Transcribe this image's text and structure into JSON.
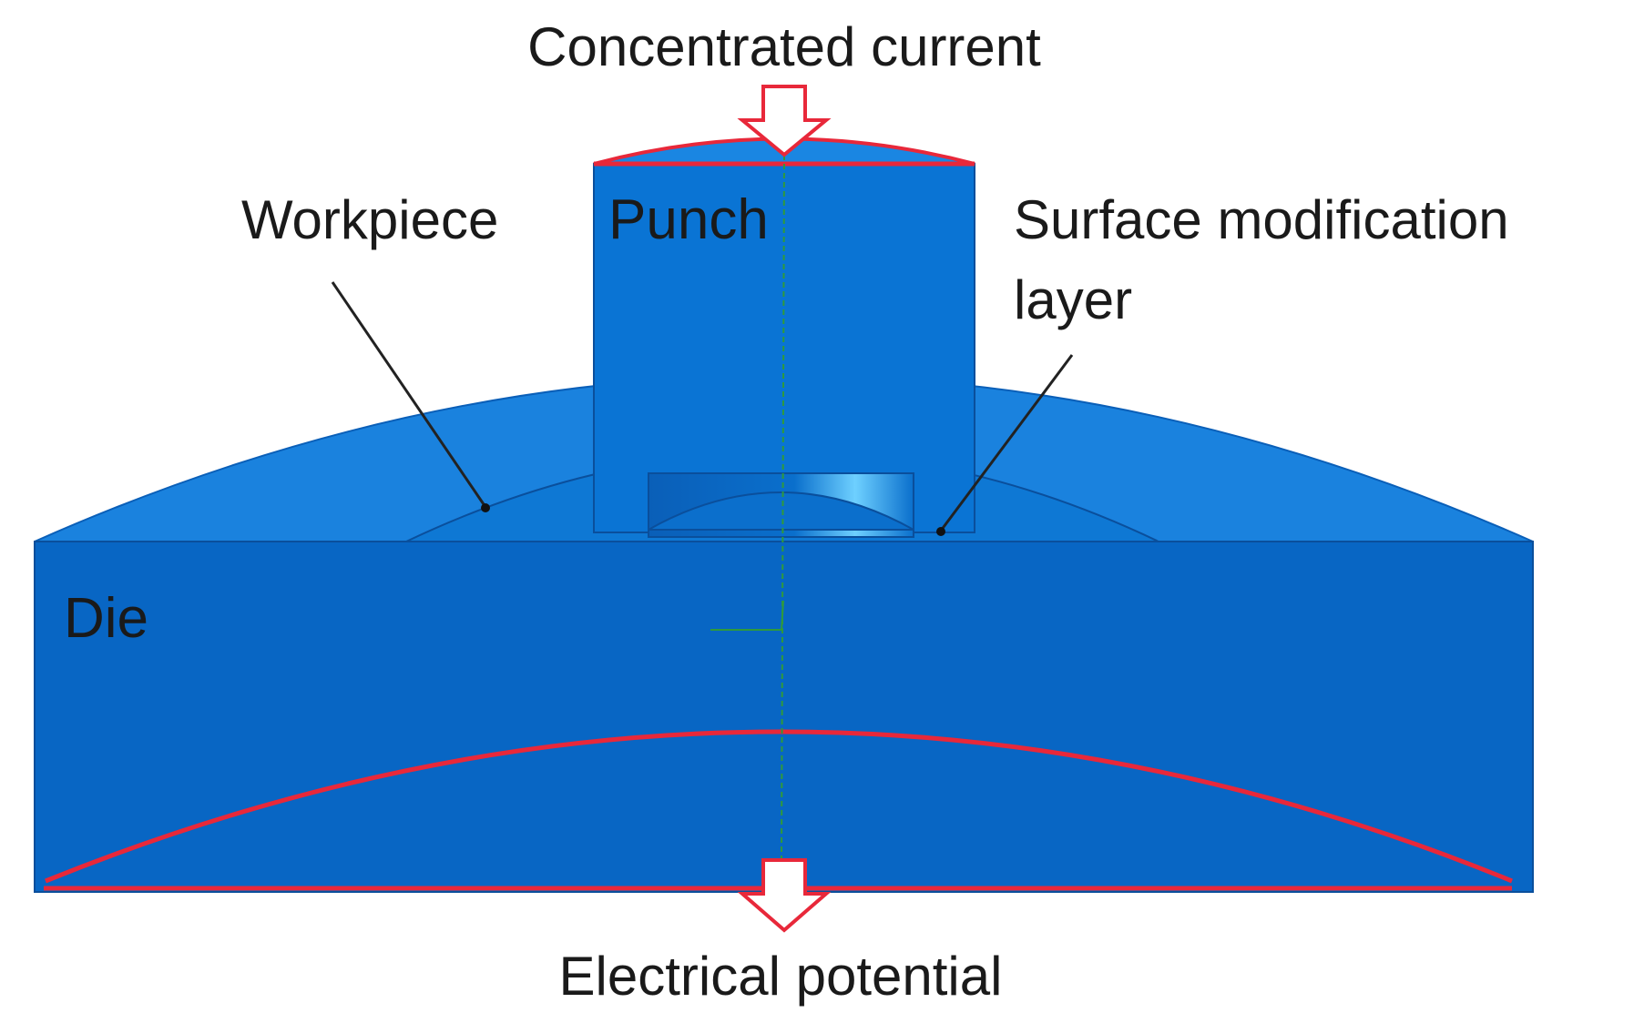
{
  "labels": {
    "concentrated_current": "Concentrated current",
    "punch": "Punch",
    "workpiece": "Workpiece",
    "surface_modification_line1": "Surface modification",
    "surface_modification_line2": "layer",
    "die": "Die",
    "electrical_potential": "Electrical potential"
  },
  "colors": {
    "body_blue": "#0a74d4",
    "front_blue": "#0866c4",
    "top_blue": "#1a82de",
    "boundary_red": "#e8283a",
    "axis_green": "#2f9a3c",
    "outline_dark": "#0a3f80"
  }
}
